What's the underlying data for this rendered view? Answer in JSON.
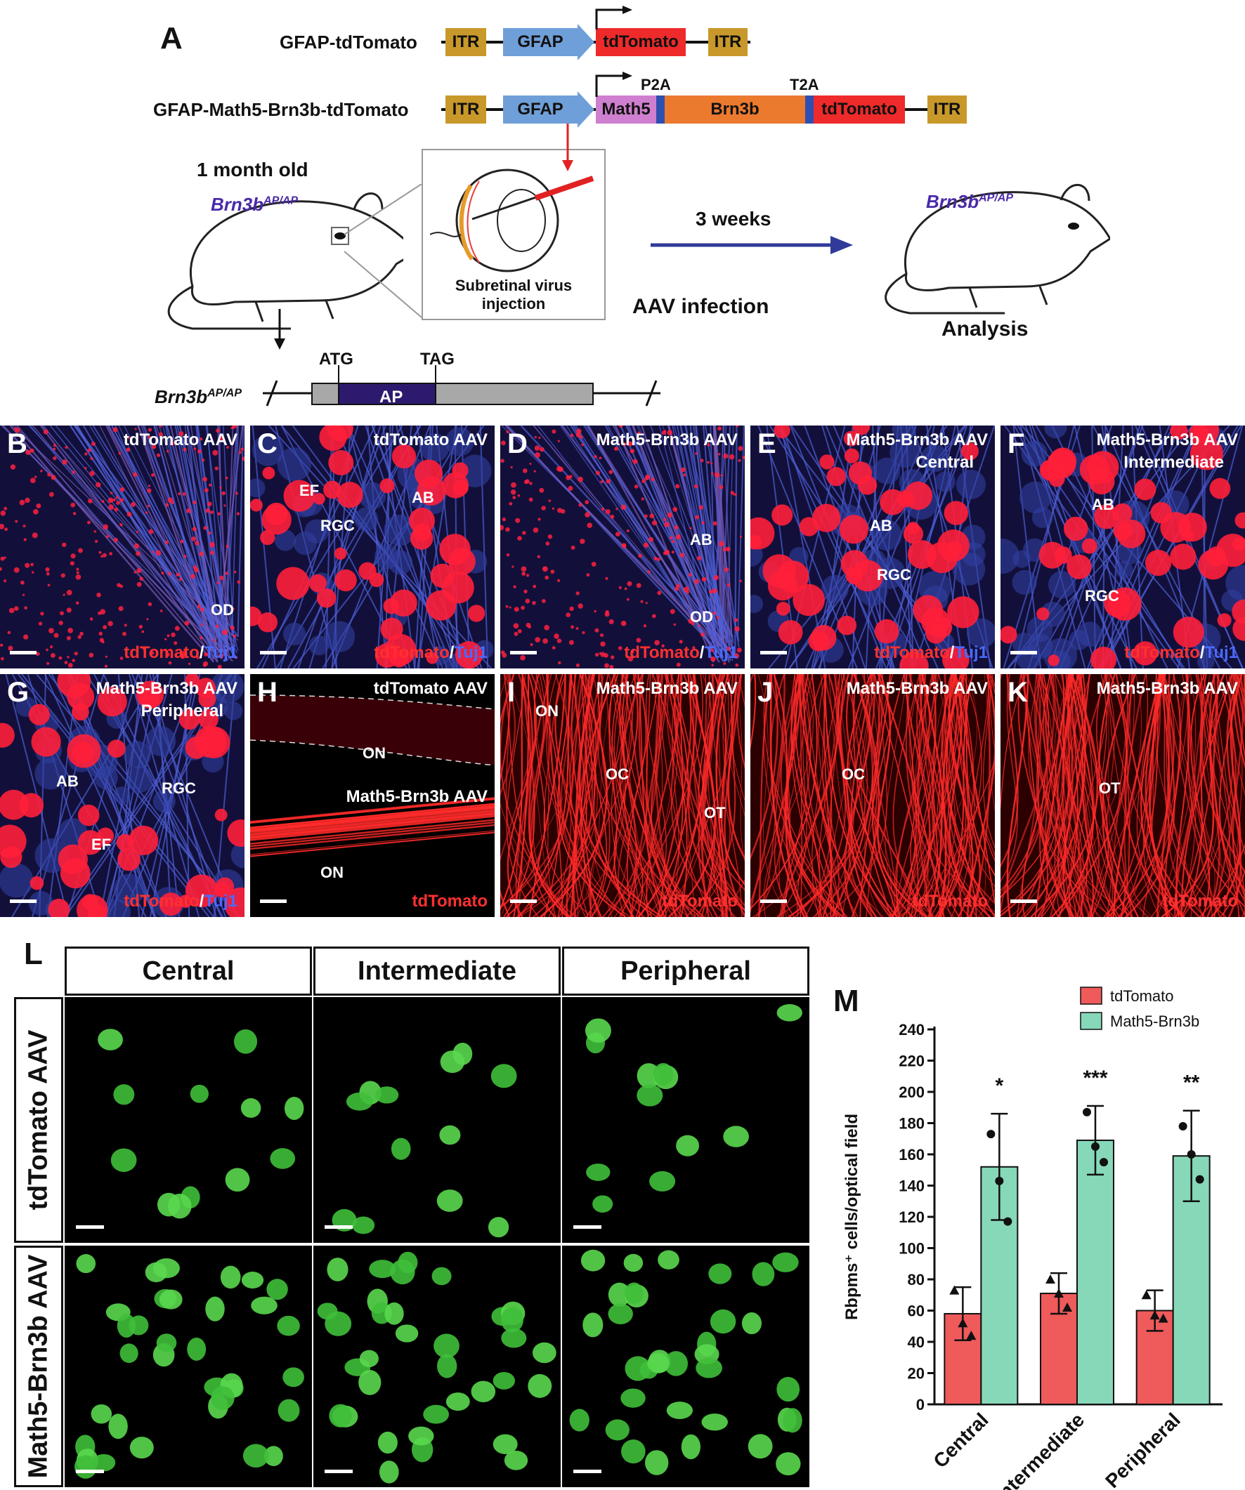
{
  "panelA": {
    "label": "A",
    "construct1": {
      "name": "GFAP-tdTomato",
      "itr": "ITR",
      "gfap": "GFAP",
      "tdtomato": "tdTomato"
    },
    "construct2": {
      "name": "GFAP-Math5-Brn3b-tdTomato",
      "itr": "ITR",
      "gfap": "GFAP",
      "math5": "Math5",
      "brn3b": "Brn3b",
      "tdtomato": "tdTomato",
      "p2a": "P2A",
      "t2a": "T2A"
    },
    "age": "1 month old",
    "mouse_label": "Brn3b",
    "mouse_sup": "AP/AP",
    "injection": "Subretinal virus injection",
    "duration": "3 weeks",
    "infection": "AAV infection",
    "analysis": "Analysis",
    "allele_label": "Brn3b",
    "allele_sup": "AP/AP",
    "atg": "ATG",
    "tag": "TAG",
    "ap": "AP",
    "colors": {
      "itr": "#c9982a",
      "gfap": "#6f9fd8",
      "tdtomato": "#ee2a2a",
      "math5": "#cf7fcf",
      "brn3b": "#ec7a2e",
      "linker": "#2f4fb0",
      "ap": "#2d1a6e",
      "gene": "#a8a8a8",
      "purple_text": "#4a2aa8"
    }
  },
  "row1": [
    {
      "label": "B",
      "title": "tdTomato AAV",
      "sub": "",
      "stain1": "tdTomato",
      "stain2": "Tuj1",
      "annotations": [
        "OD"
      ]
    },
    {
      "label": "C",
      "title": "tdTomato AAV",
      "sub": "",
      "stain1": "tdTomato",
      "stain2": "Tuj1",
      "annotations": [
        "EF",
        "AB",
        "RGC"
      ]
    },
    {
      "label": "D",
      "title": "Math5-Brn3b AAV",
      "sub": "",
      "stain1": "tdTomato",
      "stain2": "Tuj1",
      "annotations": [
        "AB",
        "OD"
      ]
    },
    {
      "label": "E",
      "title": "Math5-Brn3b AAV",
      "sub": "Central",
      "stain1": "tdTomato",
      "stain2": "Tuj1",
      "annotations": [
        "AB",
        "RGC"
      ]
    },
    {
      "label": "F",
      "title": "Math5-Brn3b AAV",
      "sub": "Intermediate",
      "stain1": "tdTomato",
      "stain2": "Tuj1",
      "annotations": [
        "AB",
        "RGC"
      ]
    }
  ],
  "row2": [
    {
      "label": "G",
      "title": "Math5-Brn3b AAV",
      "sub": "Peripheral",
      "stain1": "tdTomato",
      "stain2": "Tuj1",
      "annotations": [
        "AB",
        "RGC",
        "EF"
      ]
    },
    {
      "label": "H",
      "title": "tdTomato AAV",
      "title2": "Math5-Brn3b AAV",
      "stain1": "tdTomato",
      "annotations": [
        "ON",
        "ON"
      ]
    },
    {
      "label": "I",
      "title": "Math5-Brn3b AAV",
      "stain1": "tdTomato",
      "annotations": [
        "ON",
        "OC",
        "OT"
      ]
    },
    {
      "label": "J",
      "title": "Math5-Brn3b AAV",
      "stain1": "tdTomato",
      "annotations": [
        "OC"
      ]
    },
    {
      "label": "K",
      "title": "Math5-Brn3b AAV",
      "stain1": "tdTomato",
      "annotations": [
        "OT"
      ]
    }
  ],
  "panelL": {
    "label": "L",
    "columns": [
      "Central",
      "Intermediate",
      "Peripheral"
    ],
    "rows": [
      "tdTomato AAV",
      "Math5-Brn3b AAV"
    ]
  },
  "chart_data": {
    "type": "bar",
    "label": "M",
    "categories": [
      "Central",
      "Intermediate",
      "Peripheral"
    ],
    "ylabel": "Rbpms⁺ cells/optical field",
    "ylim": [
      0,
      240
    ],
    "yticks": [
      0,
      20,
      40,
      60,
      80,
      100,
      120,
      140,
      160,
      180,
      200,
      220,
      240
    ],
    "legend_position": "top-right",
    "series": [
      {
        "name": "tdTomato",
        "color": "#ef5a5a",
        "values": [
          58,
          71,
          60
        ],
        "errors": [
          17,
          13,
          13
        ],
        "points": [
          [
            73,
            52,
            44
          ],
          [
            80,
            71,
            62
          ],
          [
            70,
            57,
            55
          ]
        ]
      },
      {
        "name": "Math5-Brn3b",
        "color": "#86d8b8",
        "values": [
          152,
          169,
          159
        ],
        "errors": [
          34,
          22,
          29
        ],
        "points": [
          [
            173,
            143,
            117
          ],
          [
            187,
            165,
            155
          ],
          [
            178,
            160,
            144
          ]
        ]
      }
    ],
    "significance": [
      "*",
      "***",
      "**"
    ]
  }
}
